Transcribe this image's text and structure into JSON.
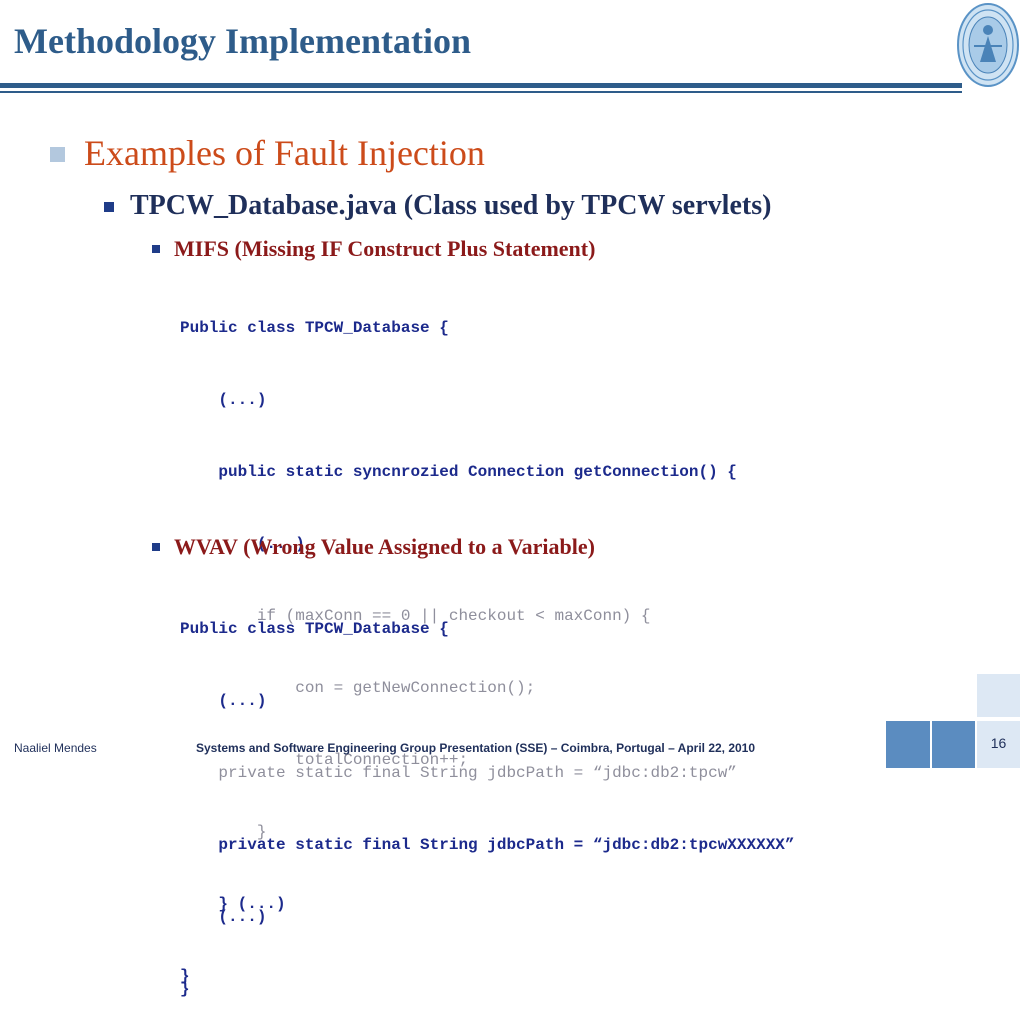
{
  "slide": {
    "title": "Methodology Implementation",
    "heading": "Examples of Fault Injection",
    "subheading": "TPCW_Database.java (Class used by TPCW servlets)",
    "page_number": "16"
  },
  "sections": [
    {
      "label": "MIFS (Missing IF Construct Plus Statement)",
      "code": [
        "Public class TPCW_Database {",
        "    (...)",
        "    public static syncnrozied Connection getConnection() {",
        "        (...)",
        "        if (maxConn == 0 || checkout < maxConn) {",
        "            con = getNewConnection();",
        "            totalConnection++;",
        "        }",
        "    } (...)",
        "}"
      ]
    },
    {
      "label": "WVAV (Wrong Value Assigned to a Variable)",
      "code": [
        "Public class TPCW_Database {",
        "    (...)",
        "    private static final String jdbcPath = “jdbc:db2:tpcw”",
        "    private static final String jdbcPath = “jdbc:db2:tpcwXXXXXX”",
        "    (...)",
        "}"
      ]
    }
  ],
  "footer": {
    "author": "Naaliel Mendes",
    "event": "Systems and Software Engineering Group Presentation (SSE) – Coimbra, Portugal – April 22, 2010"
  },
  "colors": {
    "title": "#2e5c8a",
    "heading": "#cc4b1a",
    "subheading": "#1f2f5a",
    "section_label": "#8b1a1a",
    "code": "#1c2a8c",
    "code_removed": "#8f8f9c"
  },
  "icons": {
    "seal": "university-seal-icon"
  }
}
